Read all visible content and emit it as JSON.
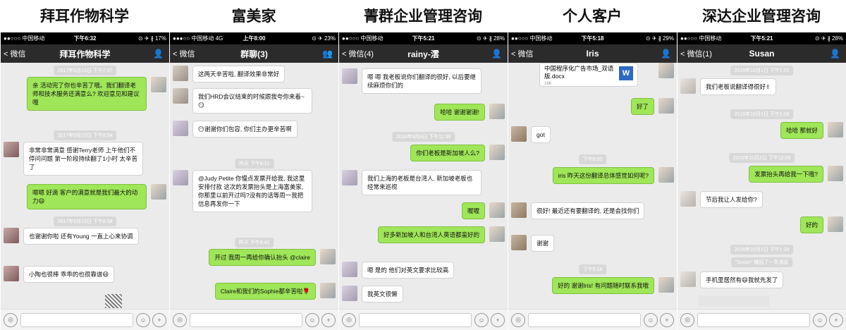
{
  "headers": [
    "拜耳作物科学",
    "富美家",
    "菁群企业管理咨询",
    "个人客户",
    "深达企业管理咨询"
  ],
  "phones": [
    {
      "status": {
        "left": "●●○○○ 中国移动",
        "time": "下午6:32",
        "right": "⊙ ✈ ∦ 17%"
      },
      "nav": {
        "back": "< 微信",
        "title": "拜耳作物科学"
      },
      "messages": [
        {
          "type": "time",
          "text": "2017年5月10日 下午7:47"
        },
        {
          "type": "right",
          "text": "亲 活动完了你也辛苦了哦。我们翻译老师和技术服务还满意么? 欢迎意见和建议哦"
        },
        {
          "type": "time",
          "text": "2017年5月10日 下午8:54"
        },
        {
          "type": "left",
          "text": "非常非常满意 感谢Terry老师 上午他们不停问问题 第一阶段持续翻了1小时 太辛苦了"
        },
        {
          "type": "right",
          "text": "嗯嗯 好滴 客户的满意就是我们最大的动力😄"
        },
        {
          "type": "time",
          "text": "2017年5月10日 下午8:58"
        },
        {
          "type": "left",
          "text": "也谢谢你啦 还有Young 一直上心来协调"
        },
        {
          "type": "left",
          "text": "小陶也很棒 乖乖的也很靠谱😄"
        }
      ]
    },
    {
      "status": {
        "left": "●●●○○ 中国移动 4G",
        "time": "上午8:00",
        "right": "⊙ ✈ 23%"
      },
      "nav": {
        "back": "< 微信",
        "title": "群聊(3)"
      },
      "messages": [
        {
          "type": "left",
          "text": "这两天辛苦啦, 翻译效果非常好"
        },
        {
          "type": "left",
          "text": "我们HRD会议结束的时候跟我夸你来着~😏"
        },
        {
          "type": "left",
          "text": "😶谢谢你们包容, 你们主办更辛苦啊"
        },
        {
          "type": "time",
          "text": "昨天 下午8:11"
        },
        {
          "type": "left",
          "text": "@Judy Petite 你慢点发票开给我, 我这里安排付款 这次的发票抬头是上海富美家, 你那里以前开过吗?没有的话等周一我把信息再发你一下"
        },
        {
          "type": "time",
          "text": "昨天 下午8:41"
        },
        {
          "type": "right",
          "text": "开过 我周一再给你确认抬头 @claire"
        },
        {
          "type": "right",
          "text": "Claire和我们的Sophie都辛苦啦🌹"
        }
      ]
    },
    {
      "status": {
        "left": "●●○○○ 中国移动",
        "time": "下午5:21",
        "right": "⊙ ✈ ∦ 28%"
      },
      "nav": {
        "back": "< 微信(4)",
        "title": "rainy-澐"
      },
      "messages": [
        {
          "type": "left",
          "text": "嗯 嗯 我老板说你们翻译的很好, 以后要继续麻烦你们的"
        },
        {
          "type": "right",
          "text": "哈哈 谢谢谢谢!"
        },
        {
          "type": "time",
          "text": "2016年9月8日 下午11:39"
        },
        {
          "type": "right",
          "text": "你们老板是新加坡人么?"
        },
        {
          "type": "left",
          "text": "我们上海的老板是台湾人, 新加坡老板也经常来巡视"
        },
        {
          "type": "right",
          "text": "喔喔"
        },
        {
          "type": "right",
          "text": "好多新加坡人和台湾人英语都蛮好的"
        },
        {
          "type": "left",
          "text": "嗯 是的 他们对英文要求比较高"
        },
        {
          "type": "left",
          "text": "我英文很懒"
        }
      ]
    },
    {
      "status": {
        "left": "●●○○○ 中国移动",
        "time": "下午5:18",
        "right": "⊙ ✈ ∦ 29%"
      },
      "nav": {
        "back": "< 微信",
        "title": "Iris"
      },
      "file": {
        "name": "中国程序化广告市场_双语版.docx",
        "size": "18K",
        "icon": "W"
      },
      "messages": [
        {
          "type": "right",
          "text": "好了"
        },
        {
          "type": "left",
          "text": "got"
        },
        {
          "type": "time",
          "text": "下午5:05"
        },
        {
          "type": "right",
          "text": "iris 昨天这份翻译总体感觉如何呢?"
        },
        {
          "type": "left",
          "text": "很好! 最近还有要翻译的, 还是会找你们"
        },
        {
          "type": "left",
          "text": "谢谢"
        },
        {
          "type": "time",
          "text": "下午5:18"
        },
        {
          "type": "right",
          "text": "好的 谢谢Iris! 有问题随时联系我哦"
        }
      ]
    },
    {
      "status": {
        "left": "●●○○○ 中国移动",
        "time": "下午5:21",
        "right": "⊙ ✈ ∦ 28%"
      },
      "nav": {
        "back": "< 微信(1)",
        "title": "Susan"
      },
      "messages": [
        {
          "type": "time",
          "text": "2016年10月1日 下午1:01"
        },
        {
          "type": "left",
          "text": "我们老板说翻译得很好✌"
        },
        {
          "type": "time",
          "text": "2016年10月1日 下午1:08"
        },
        {
          "type": "right",
          "text": "哈哈 那就好"
        },
        {
          "type": "time",
          "text": "2016年10月2日 下午12:09"
        },
        {
          "type": "right",
          "text": "发票抬头再给我一下哦?"
        },
        {
          "type": "left",
          "text": "节后我让人发给你?"
        },
        {
          "type": "right",
          "text": "好的"
        },
        {
          "type": "time",
          "text": "2016年10月2日 下午1:33"
        },
        {
          "type": "sys",
          "text": "\"Susan\" 撤回了一条消息"
        },
        {
          "type": "left",
          "text": "手机里居然有😄我就先发了"
        }
      ]
    }
  ],
  "bottom": {
    "voice": "◎",
    "emoji": "☺",
    "plus": "+"
  }
}
